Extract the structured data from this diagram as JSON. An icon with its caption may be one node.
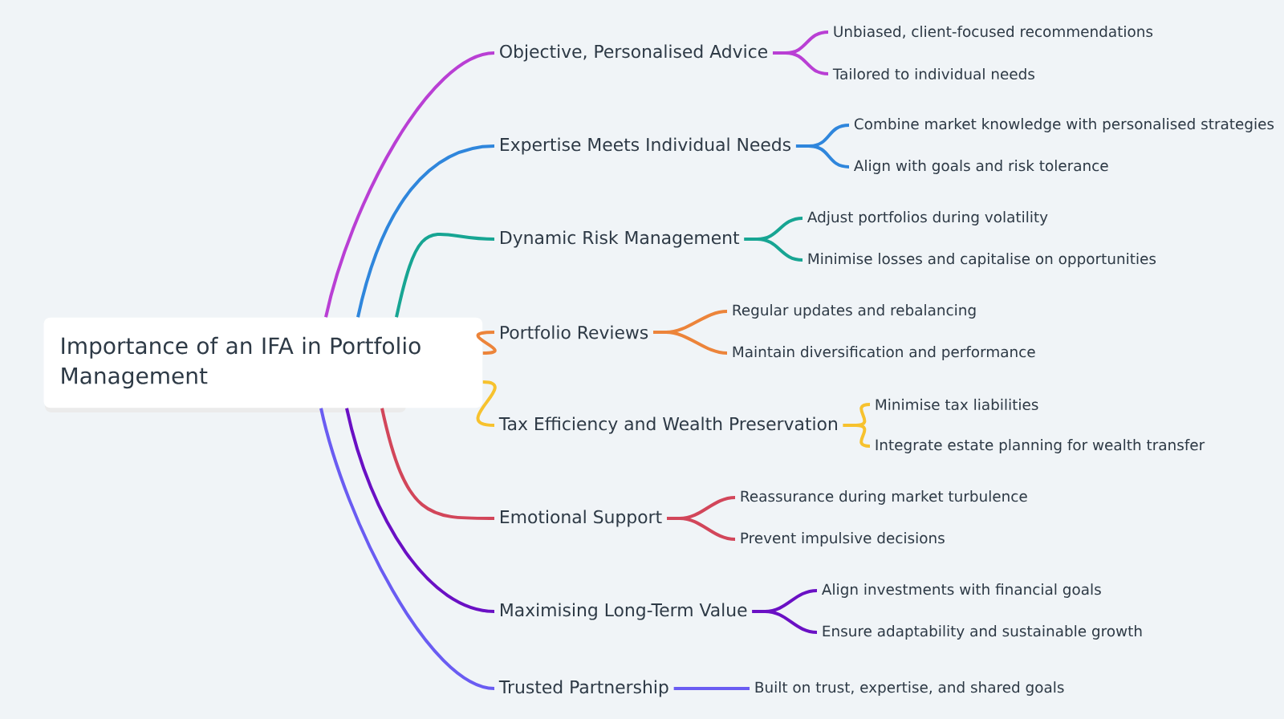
{
  "diagram": {
    "nodes": [
      {
        "text": [
          "Importance of an IFA in Portfolio Management"
        ]
      },
      {
        "text": [
          "Objective, Personalised Advice"
        ]
      },
      {
        "text": [
          "Unbiased, client-focused recommendations"
        ]
      },
      {
        "text": [
          "Tailored to individual needs"
        ]
      },
      {
        "text": [
          "Expertise Meets Individual Needs"
        ]
      },
      {
        "text": [
          "Combine market knowledge with personalised strategies"
        ]
      },
      {
        "text": [
          "Align with goals and risk tolerance"
        ]
      },
      {
        "text": [
          "Dynamic Risk Management"
        ]
      },
      {
        "text": [
          "Adjust portfolios during volatility"
        ]
      },
      {
        "text": [
          "Minimise losses and capitalise on opportunities"
        ]
      },
      {
        "text": [
          "Portfolio Reviews"
        ]
      },
      {
        "text": [
          "Regular updates and rebalancing"
        ]
      },
      {
        "text": [
          "Maintain diversification and performance"
        ]
      },
      {
        "text": [
          "Tax Efficiency and Wealth Preservation"
        ]
      },
      {
        "text": [
          "Minimise tax liabilities"
        ]
      },
      {
        "text": [
          "Integrate estate planning for wealth transfer"
        ]
      },
      {
        "text": [
          "Emotional Support"
        ]
      },
      {
        "text": [
          "Reassurance during market turbulence"
        ]
      },
      {
        "text": [
          "Prevent impulsive decisions"
        ]
      },
      {
        "text": [
          "Maximising Long-Term Value"
        ]
      },
      {
        "text": [
          "Align investments with financial goals"
        ]
      },
      {
        "text": [
          "Ensure adaptability and sustainable growth"
        ]
      },
      {
        "text": [
          "Trusted Partnership"
        ]
      },
      {
        "text": [
          "Built on trust, expertise, and shared goals"
        ]
      }
    ],
    "edges": [
      {
        "from": 0,
        "to": 1,
        "arrow": "none",
        "color": "#b93fd4"
      },
      {
        "from": 1,
        "to": 2,
        "arrow": "none",
        "color": "#b93fd4"
      },
      {
        "from": 1,
        "to": 3,
        "arrow": "none",
        "color": "#b93fd4"
      },
      {
        "from": 0,
        "to": 4,
        "arrow": "none",
        "color": "#2f86dc"
      },
      {
        "from": 4,
        "to": 5,
        "arrow": "none",
        "color": "#2f86dc"
      },
      {
        "from": 4,
        "to": 6,
        "arrow": "none",
        "color": "#2f86dc"
      },
      {
        "from": 0,
        "to": 7,
        "arrow": "none",
        "color": "#17a593"
      },
      {
        "from": 7,
        "to": 8,
        "arrow": "none",
        "color": "#17a593"
      },
      {
        "from": 7,
        "to": 9,
        "arrow": "none",
        "color": "#17a593"
      },
      {
        "from": 0,
        "to": 10,
        "arrow": "none",
        "color": "#ec843a"
      },
      {
        "from": 10,
        "to": 11,
        "arrow": "none",
        "color": "#ec843a"
      },
      {
        "from": 10,
        "to": 12,
        "arrow": "none",
        "color": "#ec843a"
      },
      {
        "from": 0,
        "to": 13,
        "arrow": "none",
        "color": "#f7c22e"
      },
      {
        "from": 13,
        "to": 14,
        "arrow": "none",
        "color": "#f7c22e"
      },
      {
        "from": 13,
        "to": 15,
        "arrow": "none",
        "color": "#f7c22e"
      },
      {
        "from": 0,
        "to": 16,
        "arrow": "none",
        "color": "#d2465a"
      },
      {
        "from": 16,
        "to": 17,
        "arrow": "none",
        "color": "#d2465a"
      },
      {
        "from": 16,
        "to": 18,
        "arrow": "none",
        "color": "#d2465a"
      },
      {
        "from": 0,
        "to": 19,
        "arrow": "none",
        "color": "#6a10c4"
      },
      {
        "from": 19,
        "to": 20,
        "arrow": "none",
        "color": "#6a10c4"
      },
      {
        "from": 19,
        "to": 21,
        "arrow": "none",
        "color": "#6a10c4"
      },
      {
        "from": 0,
        "to": 22,
        "arrow": "none",
        "color": "#6a5cf2"
      },
      {
        "from": 22,
        "to": 23,
        "arrow": "none",
        "color": "#6a5cf2"
      }
    ]
  }
}
